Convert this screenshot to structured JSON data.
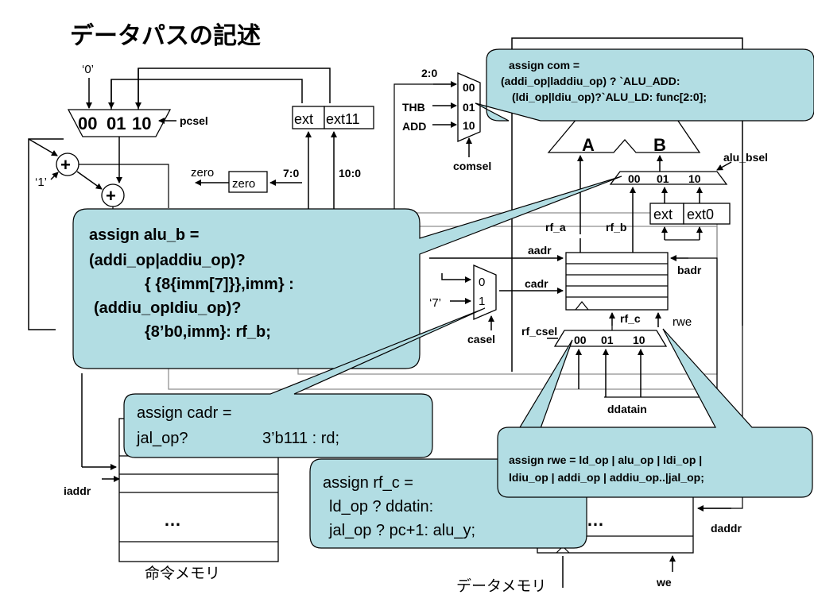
{
  "title": "データパスの記述",
  "pc_mux": {
    "const0": "‘0’",
    "inputs": [
      "00",
      "01",
      "10"
    ],
    "sel": "pcsel"
  },
  "ext_boxes": {
    "ext": "ext",
    "ext11": "ext11",
    "zero": "zero",
    "zero_out": "zero",
    "bits_7_0": "7:0",
    "bits_10_0": "10:0"
  },
  "adder": {
    "const1": "‘1’",
    "symbol": "+"
  },
  "com_mux": {
    "bits": "2:0",
    "in1": "THB",
    "in2": "ADD",
    "inputs": [
      "00",
      "01",
      "10"
    ],
    "sel": "comsel"
  },
  "alu": {
    "a": "A",
    "b": "B",
    "bsel": "alu_bsel",
    "inputs": [
      "00",
      "01",
      "10"
    ],
    "ext": "ext",
    "ext0": "ext0"
  },
  "regfile": {
    "rf_a": "rf_a",
    "rf_b": "rf_b",
    "aadr": "aadr",
    "badr": "badr",
    "cadr": "cadr",
    "rf_c": "rf_c",
    "rwe": "rwe",
    "rf_csel": "rf_csel",
    "csel_inputs": [
      "00",
      "01",
      "10"
    ],
    "ddatain": "ddatain"
  },
  "cadr_mux": {
    "inputs": [
      "0",
      "1"
    ],
    "const7": "‘7’",
    "sel": "casel"
  },
  "memories": {
    "imem": "命令メモリ",
    "iaddr": "iaddr",
    "dots1": "…",
    "dmem": "データメモリ",
    "daddr": "daddr",
    "we": "we",
    "dots2": "…"
  },
  "callouts": {
    "com": [
      "assign com =",
      "(addi_op|laddiu_op) ? `ALU_ADD:",
      "(ldi_op|ldiu_op)?`ALU_LD: func[2:0];"
    ],
    "alu_b": [
      "assign alu_b =",
      "(addi_op|addiu_op)?",
      "{ {8{imm[7]}},imm} :",
      "(addiu_opIdiu_op)?",
      "{8’b0,imm}: rf_b;"
    ],
    "cadr": [
      "assign cadr =",
      "jal_op?",
      "3’b111 : rd;"
    ],
    "rf_c": [
      "assign rf_c =",
      "ld_op ? ddatin:",
      "jal_op ? pc+1: alu_y;"
    ],
    "rwe": [
      "assign rwe = ld_op | alu_op | ldi_op |",
      "ldiu_op | addi_op | addiu_op..|jal_op;"
    ]
  }
}
